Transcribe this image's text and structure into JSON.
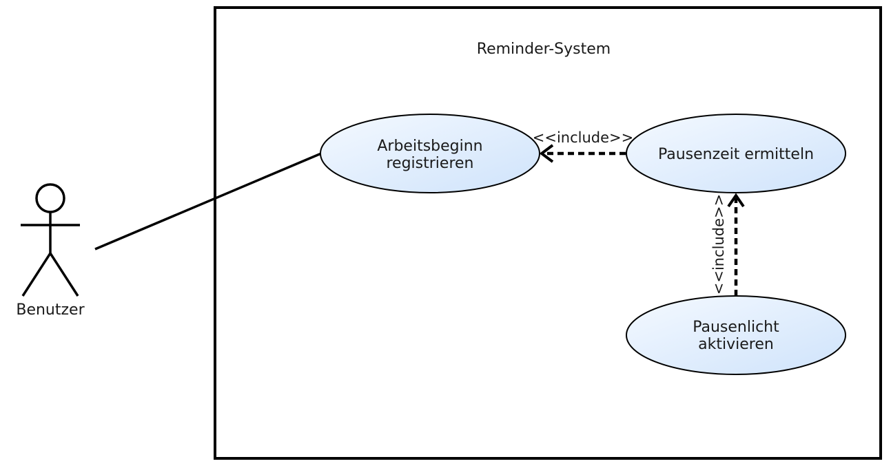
{
  "system": {
    "title": "Reminder-System"
  },
  "actor": {
    "name": "Benutzer"
  },
  "use_cases": {
    "arbeitsbeginn": {
      "line1": "Arbeitsbeginn",
      "line2": "registrieren"
    },
    "pausenzeit": {
      "line1": "Pausenzeit ermitteln"
    },
    "pausenlicht": {
      "line1": "Pausenlicht",
      "line2": "aktivieren"
    }
  },
  "relations": {
    "include_horizontal": "<<include>>",
    "include_vertical": "<<include>>"
  },
  "colors": {
    "usecase_fill_light": "#f4f9ff",
    "usecase_fill_dark": "#cfe3fb",
    "stroke": "#000000"
  }
}
